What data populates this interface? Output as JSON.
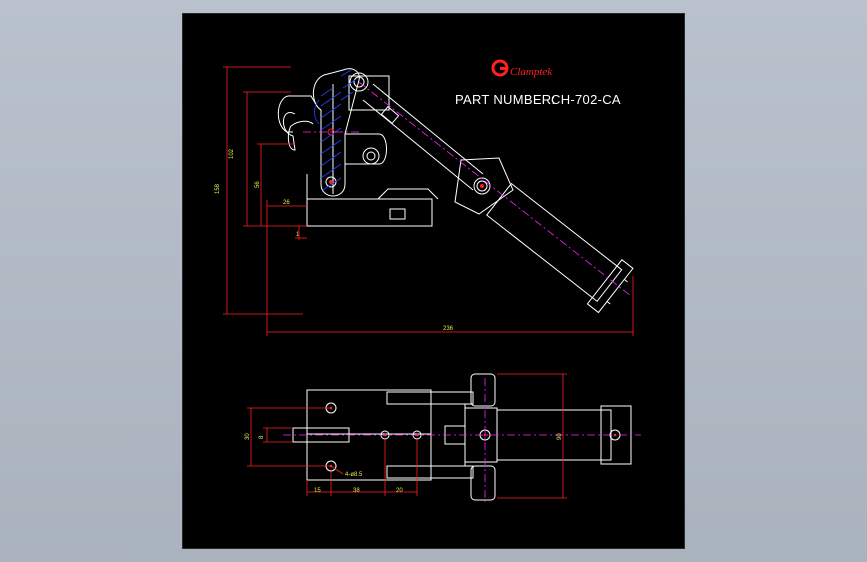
{
  "brand": {
    "name": "Clamptek",
    "color": "#ff2020"
  },
  "part_number": {
    "label": "PART NUMBER:",
    "value": "CH-702-CA"
  },
  "colors": {
    "outline": "#ffffff",
    "dimension": "#ff2020",
    "dim_text": "#e8e850",
    "centerline": "#ff20ff",
    "hatch": "#2040ff"
  },
  "dimensions": {
    "d_102": "102",
    "d_158": "158",
    "d_56": "56",
    "d_26": "26",
    "d_1": "1",
    "d_236": "236",
    "d_30": "30",
    "d_8": "8",
    "d_holes": "4-ø8.5",
    "d_15": "15",
    "d_38": "38",
    "d_20": "20",
    "d_90": "90"
  }
}
